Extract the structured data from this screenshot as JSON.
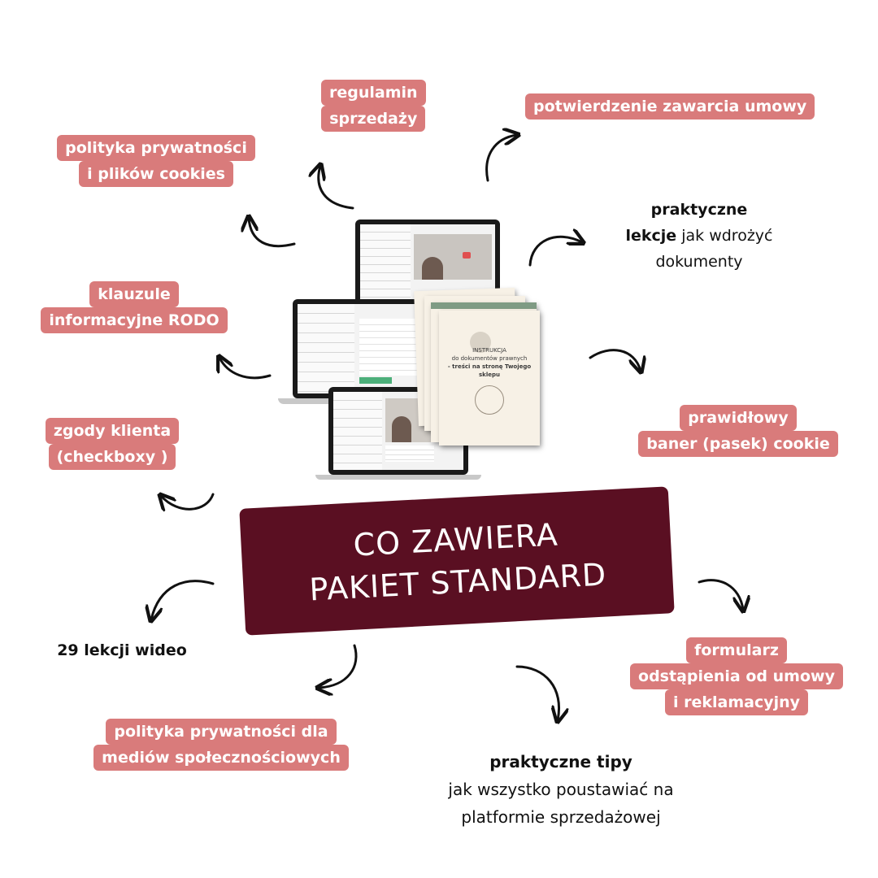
{
  "banner": {
    "line1": "CO ZAWIERA",
    "line2": "PAKIET STANDARD"
  },
  "items": {
    "regulamin": [
      "regulamin",
      "sprzedaży"
    ],
    "potwierdzenie": [
      "potwierdzenie zawarcia umowy"
    ],
    "polityka_cookies": [
      "polityka prywatności",
      "i plików cookies"
    ],
    "klauzule": [
      "klauzule",
      "informacyjne RODO"
    ],
    "zgody": [
      "zgody klienta",
      "(checkboxy )"
    ],
    "baner": [
      "prawidłowy",
      "baner (pasek) cookie"
    ],
    "formularz": [
      "formularz",
      "odstąpienia od umowy",
      "i reklamacyjny"
    ],
    "polityka_media": [
      "polityka prywatności dla",
      "mediów społecznościowych"
    ]
  },
  "lekcje": {
    "bold1": "praktyczne",
    "bold2": "lekcje",
    "rest": " jak wdrożyć",
    "line3": "dokumenty"
  },
  "wideo": "29 lekcji wideo",
  "tipy": {
    "title": "praktyczne tipy",
    "line2": "jak wszystko poustawiać na",
    "line3": "platformie sprzedażowej"
  },
  "document": {
    "title": "INSTRUKCJA",
    "line2": "do dokumentów prawnych",
    "line3": "- treści na stronę Twojego sklepu"
  },
  "colors": {
    "pill": "#d97b7b",
    "banner": "#5a0f22",
    "text": "#111111"
  }
}
